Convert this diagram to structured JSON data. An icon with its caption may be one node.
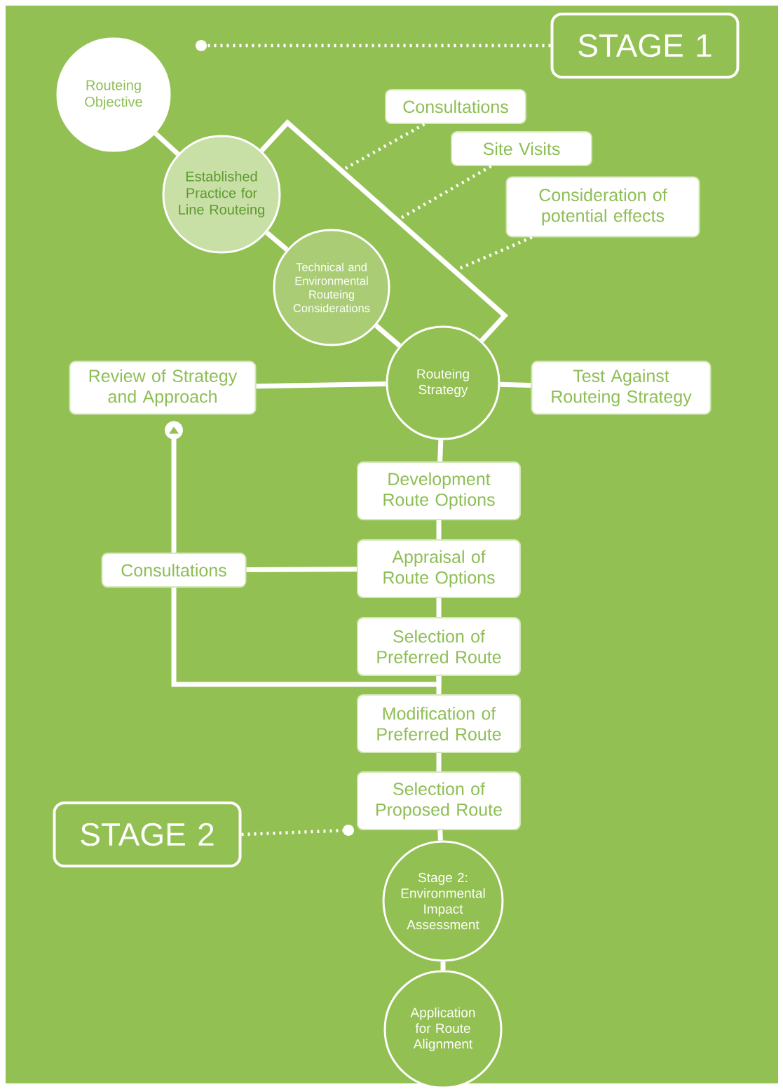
{
  "diagram": {
    "nodes": [
      {
        "text": [
          "STAGE 1"
        ]
      },
      {
        "text": [
          "Routeing Objective"
        ]
      },
      {
        "text": [
          "Established Practice for Line Routeing"
        ]
      },
      {
        "text": [
          "Technical and Environmental Routeing Considerations"
        ]
      },
      {
        "text": [
          "Consultations"
        ]
      },
      {
        "text": [
          "Site Visits"
        ]
      },
      {
        "text": [
          "Consideration of potential effects"
        ]
      },
      {
        "text": [
          "Routeing Strategy"
        ]
      },
      {
        "text": [
          "Review of Strategy and Approach"
        ]
      },
      {
        "text": [
          "Test Against Routeing Strategy"
        ]
      },
      {
        "text": [
          "Development Route Options"
        ]
      },
      {
        "text": [
          "Appraisal of Route Options"
        ]
      },
      {
        "text": [
          "Selection of Preferred Route"
        ]
      },
      {
        "text": [
          "Modification of Preferred Route"
        ]
      },
      {
        "text": [
          "Selection of Proposed Route"
        ]
      },
      {
        "text": [
          "Consultations"
        ]
      },
      {
        "text": [
          "STAGE 2"
        ]
      },
      {
        "text": [
          "Stage 2: Environmental Impact Assessment"
        ]
      },
      {
        "text": [
          "Application for Route Alignment"
        ]
      }
    ],
    "edges": [
      {
        "from": 0,
        "to": null,
        "arrow": "other",
        "style": "dashed"
      },
      {
        "from": 1,
        "to": 2,
        "arrow": "none"
      },
      {
        "from": 2,
        "to": 3,
        "arrow": "none"
      },
      {
        "from": 3,
        "to": 7,
        "arrow": "none"
      },
      {
        "from": 2,
        "to": 7,
        "arrow": "none"
      },
      {
        "from": 4,
        "to": null,
        "arrow": "none",
        "style": "dashed"
      },
      {
        "from": 5,
        "to": null,
        "arrow": "none",
        "style": "dashed"
      },
      {
        "from": 6,
        "to": null,
        "arrow": "none",
        "style": "dashed"
      },
      {
        "from": 8,
        "to": 7,
        "arrow": "none"
      },
      {
        "from": 7,
        "to": 9,
        "arrow": "none"
      },
      {
        "from": 7,
        "to": 10,
        "arrow": "none"
      },
      {
        "from": 10,
        "to": 11,
        "arrow": "none"
      },
      {
        "from": 11,
        "to": 12,
        "arrow": "none"
      },
      {
        "from": 12,
        "to": 13,
        "arrow": "none"
      },
      {
        "from": 13,
        "to": 14,
        "arrow": "none"
      },
      {
        "from": 15,
        "to": 11,
        "arrow": "none"
      },
      {
        "from": 12,
        "to": 15,
        "arrow": "none"
      },
      {
        "from": 15,
        "to": 8,
        "arrow": "to"
      },
      {
        "from": 14,
        "to": 17,
        "arrow": "none"
      },
      {
        "from": 17,
        "to": 18,
        "arrow": "none"
      },
      {
        "from": 16,
        "to": 14,
        "arrow": "other",
        "style": "dashed"
      }
    ]
  }
}
